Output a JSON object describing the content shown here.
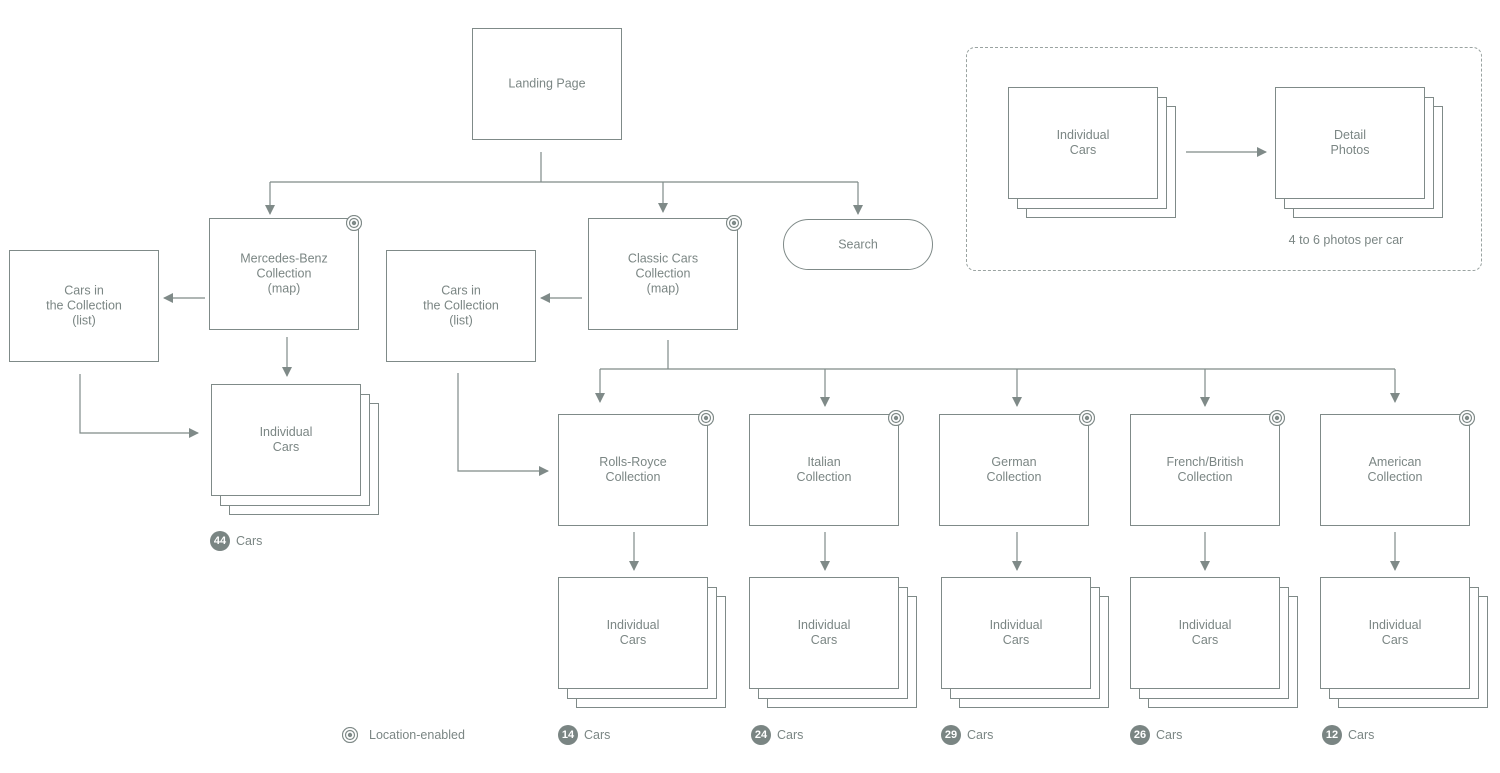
{
  "landing": "Landing Page",
  "search": "Search",
  "mercedes": {
    "title": "Mercedes-Benz\nCollection\n(map)",
    "list": "Cars in\nthe Collection\n(list)",
    "cars": "Individual\nCars",
    "count": "44",
    "count_suffix": "Cars"
  },
  "classic": {
    "title": "Classic Cars\nCollection\n(map)",
    "list": "Cars in\nthe Collection\n(list)"
  },
  "collections": [
    {
      "title": "Rolls-Royce\nCollection",
      "cars": "Individual\nCars",
      "count": "14",
      "count_suffix": "Cars"
    },
    {
      "title": "Italian\nCollection",
      "cars": "Individual\nCars",
      "count": "24",
      "count_suffix": "Cars"
    },
    {
      "title": "German\nCollection",
      "cars": "Individual\nCars",
      "count": "29",
      "count_suffix": "Cars"
    },
    {
      "title": "French/British\nCollection",
      "cars": "Individual\nCars",
      "count": "26",
      "count_suffix": "Cars"
    },
    {
      "title": "American\nCollection",
      "cars": "Individual\nCars",
      "count": "12",
      "count_suffix": "Cars"
    }
  ],
  "detail_legend": {
    "cars": "Individual\nCars",
    "photos": "Detail\nPhotos",
    "caption": "4 to 6 photos per car"
  },
  "legend": {
    "location_icon": "location-enabled-icon",
    "location_label": "Location-enabled"
  },
  "colors": {
    "line": "#7f8a88",
    "text": "#7b8684",
    "badge": "#7a8583"
  }
}
